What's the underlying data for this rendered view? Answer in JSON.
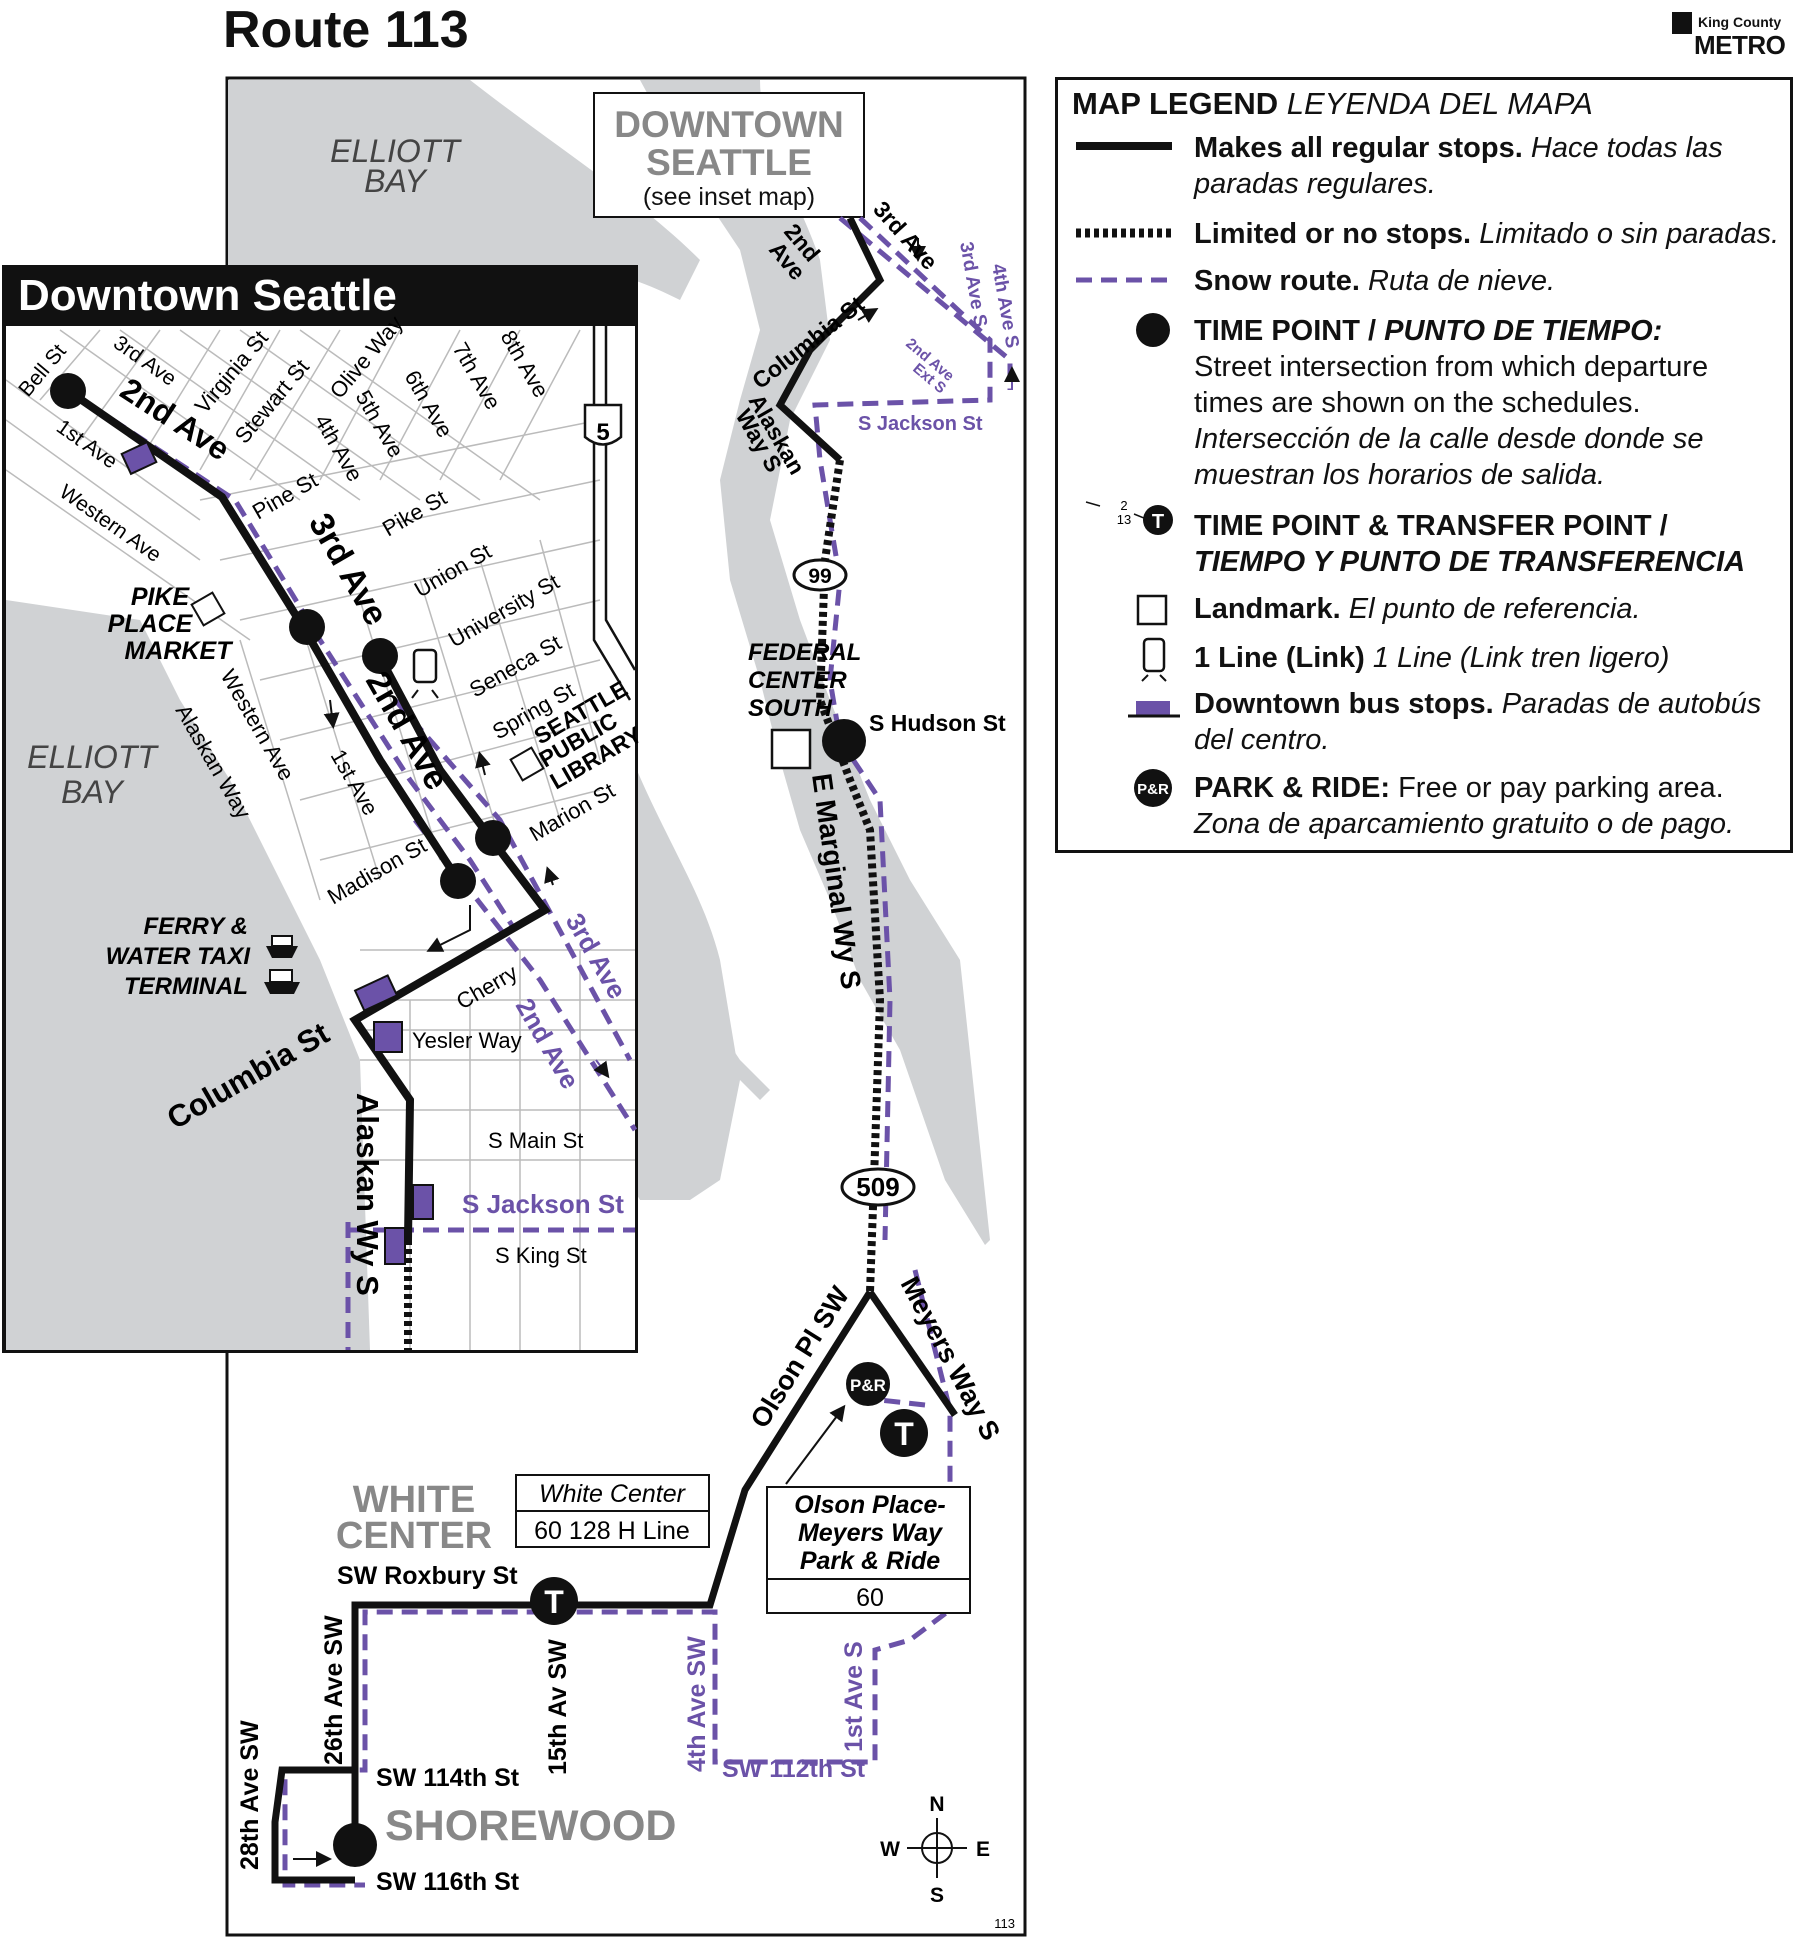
{
  "title": "Route 113",
  "logo": {
    "line1": "King County",
    "line2": "METRO"
  },
  "page_number": "113",
  "colors": {
    "route": "#111111",
    "snow": "#6b52a8",
    "water": "#cfd1d3",
    "stop": "#6b52a8"
  },
  "inset": {
    "title": "Downtown Seattle",
    "water_labels": [
      "ELLIOTT",
      "BAY"
    ],
    "streets": {
      "bell": "Bell St",
      "third_top": "3rd Ave",
      "virginia": "Virginia St",
      "stewart": "Stewart St",
      "olive": "Olive Way",
      "seventh": "7th Ave",
      "eighth": "8th Ave",
      "sixth": "6th Ave",
      "fifth": "5th Ave",
      "fourth": "4th Ave",
      "second_top": "2nd Ave",
      "first": "1st Ave",
      "western_top": "Western Ave",
      "pine": "Pine St",
      "pike": "Pike St",
      "union": "Union St",
      "university": "University St",
      "seneca": "Seneca St",
      "spring": "Spring St",
      "marion": "Marion St",
      "third_mid": "3rd Ave",
      "second_mid": "2nd Ave",
      "western_mid": "Western Ave",
      "alaskan_mid": "Alaskan Way",
      "first_mid": "1st Ave",
      "madison": "Madison St",
      "cherry": "Cherry",
      "third_lower": "3rd Ave",
      "second_lower": "2nd Ave",
      "columbia": "Columbia St",
      "yesler": "Yesler Way",
      "main": "S Main St",
      "jackson": "S Jackson St",
      "king": "S King St",
      "alaskan_s": "Alaskan Wy S"
    },
    "landmarks": {
      "pike_place": [
        "PIKE",
        "PLACE",
        "MARKET"
      ],
      "library": [
        "SEATTLE",
        "PUBLIC",
        "LIBRARY"
      ],
      "ferry": [
        "FERRY &",
        "WATER TAXI",
        "TERMINAL"
      ]
    },
    "interstate": "5"
  },
  "main_map": {
    "water_labels": [
      "ELLIOTT",
      "BAY"
    ],
    "downtown_box": {
      "line1": "DOWNTOWN",
      "line2": "SEATTLE",
      "line3": "(see inset map)"
    },
    "streets": {
      "third": "3rd Ave",
      "second_a": "2nd",
      "second_b": "Ave",
      "third_s": "3rd Ave S",
      "fourth_s": "4th Ave S",
      "second_ext_a": "2nd Ave",
      "second_ext_b": "Ext S",
      "columbia": "Columbia St",
      "alaskan_a": "Alaskan",
      "alaskan_b": "Way S",
      "jackson": "S Jackson St",
      "hudson": "S Hudson St",
      "marginal": "E Marginal Wy S",
      "olson": "Olson Pl SW",
      "meyers": "Meyers Way S",
      "roxbury": "SW Roxbury St",
      "ave26": "26th Ave SW",
      "ave15": "15th Av SW",
      "ave4": "4th Ave SW",
      "ave1": "1st Ave S",
      "st112": "SW 112th St",
      "ave28": "28th Ave SW",
      "st114": "SW 114th St",
      "st116": "SW 116th St"
    },
    "highways": {
      "h99": "99",
      "h509": "509"
    },
    "federal_center": [
      "FEDERAL",
      "CENTER",
      "SOUTH"
    ],
    "white_center": {
      "name": [
        "WHITE",
        "CENTER"
      ],
      "box_title": "White Center",
      "routes": "60  128  H Line"
    },
    "park_ride": {
      "name": [
        "Olson Place-",
        "Meyers Way",
        "Park & Ride"
      ],
      "routes": "60",
      "badge": "P&R",
      "transfer": "T"
    },
    "shorewood": "SHOREWOOD",
    "compass": {
      "n": "N",
      "s": "S",
      "e": "E",
      "w": "W"
    }
  },
  "legend": {
    "header_bold": "MAP LEGEND",
    "header_italic": "LEYENDA DEL MAPA",
    "items": [
      {
        "bold": "Makes all regular stops.",
        "italic": "Hace todas las paradas regulares.",
        "normal": ""
      },
      {
        "bold": "Limited or no stops.",
        "italic": "Limitado o sin paradas.",
        "normal": ""
      },
      {
        "bold": "Snow route.",
        "italic": "Ruta de nieve.",
        "normal": ""
      },
      {
        "bold": "TIME POINT / ",
        "bold_italic": "PUNTO DE TIEMPO:",
        "normal": "Street intersection from which departure times are shown on the schedules.",
        "italic": "Intersección de la calle desde donde se muestran los horarios de salida."
      },
      {
        "bold": "TIME POINT & TRANSFER POINT / ",
        "bold_italic": "TIEMPO Y PUNTO DE TRANSFERENCIA",
        "normal": "",
        "italic": ""
      },
      {
        "bold": "Landmark.",
        "italic": "El punto de referencia.",
        "normal": ""
      },
      {
        "bold": "1 Line (Link)",
        "italic": "1 Line (Link tren ligero)",
        "normal": ""
      },
      {
        "bold": "Downtown bus stops.",
        "italic": "Paradas de autobús del centro.",
        "normal": ""
      },
      {
        "bold": "PARK & RIDE:",
        "normal": "Free or pay parking area.",
        "italic": "Zona de aparcamiento gratuito o de pago."
      }
    ],
    "transfer_sample": {
      "num1": "2",
      "num2": "13",
      "t": "T"
    },
    "pr_badge": "P&R"
  }
}
